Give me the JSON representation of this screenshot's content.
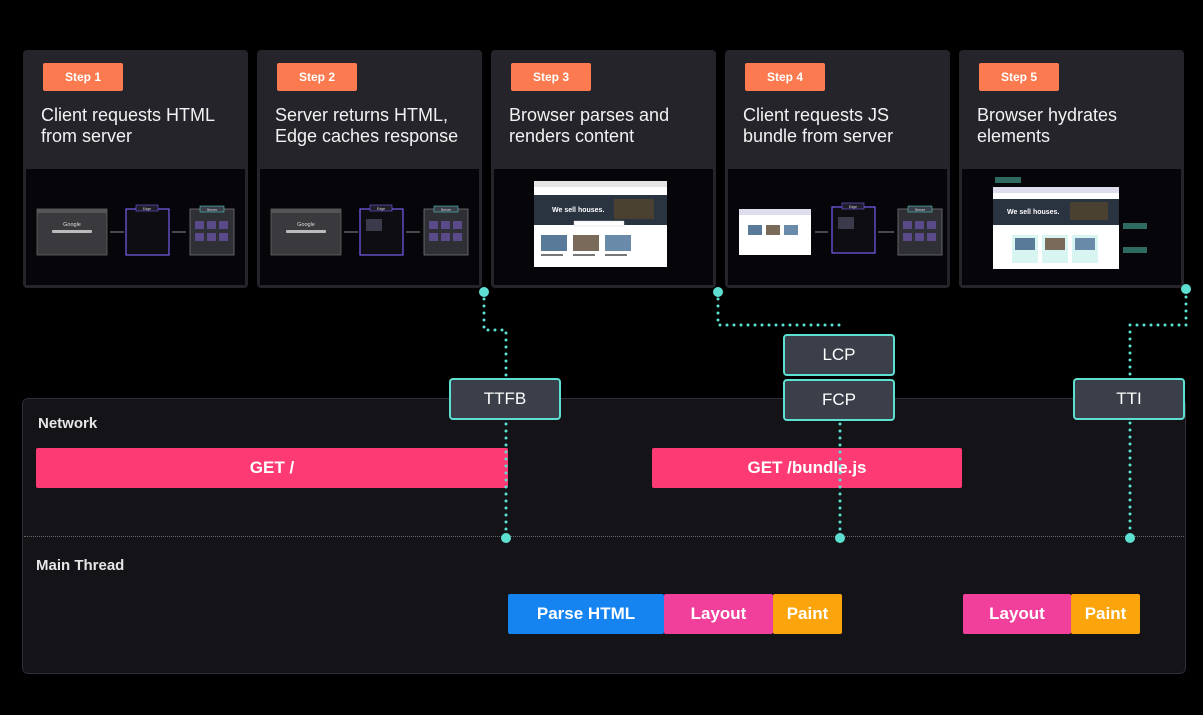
{
  "steps": [
    {
      "badge": "Step 1",
      "title": "Client requests HTML from server"
    },
    {
      "badge": "Step 2",
      "title": "Server returns HTML, Edge caches response"
    },
    {
      "badge": "Step 3",
      "title": "Browser parses and renders content"
    },
    {
      "badge": "Step 4",
      "title": "Client requests JS bundle from server"
    },
    {
      "badge": "Step 5",
      "title": "Browser hydrates elements"
    }
  ],
  "thumbnails": {
    "google_label": "Google",
    "edge_label": "Edge",
    "server_label": "Server",
    "hero_text": "We sell houses."
  },
  "metrics": {
    "ttfb": "TTFB",
    "lcp": "LCP",
    "fcp": "FCP",
    "tti": "TTI"
  },
  "network": {
    "label": "Network",
    "requests": [
      {
        "label": "GET /"
      },
      {
        "label": "GET /bundle.js"
      }
    ]
  },
  "main_thread": {
    "label": "Main Thread",
    "tasks": [
      {
        "label": "Parse HTML"
      },
      {
        "label": "Layout"
      },
      {
        "label": "Paint"
      },
      {
        "label": "Layout"
      },
      {
        "label": "Paint"
      }
    ]
  },
  "colors": {
    "step_badge": "#fb7a4f",
    "request_bar": "#fd3a73",
    "parse_task": "#1584f0",
    "layout_task": "#f0409b",
    "paint_task": "#fba40b",
    "metric_border": "#5de0d1",
    "metric_bg": "#3a3f4a"
  }
}
